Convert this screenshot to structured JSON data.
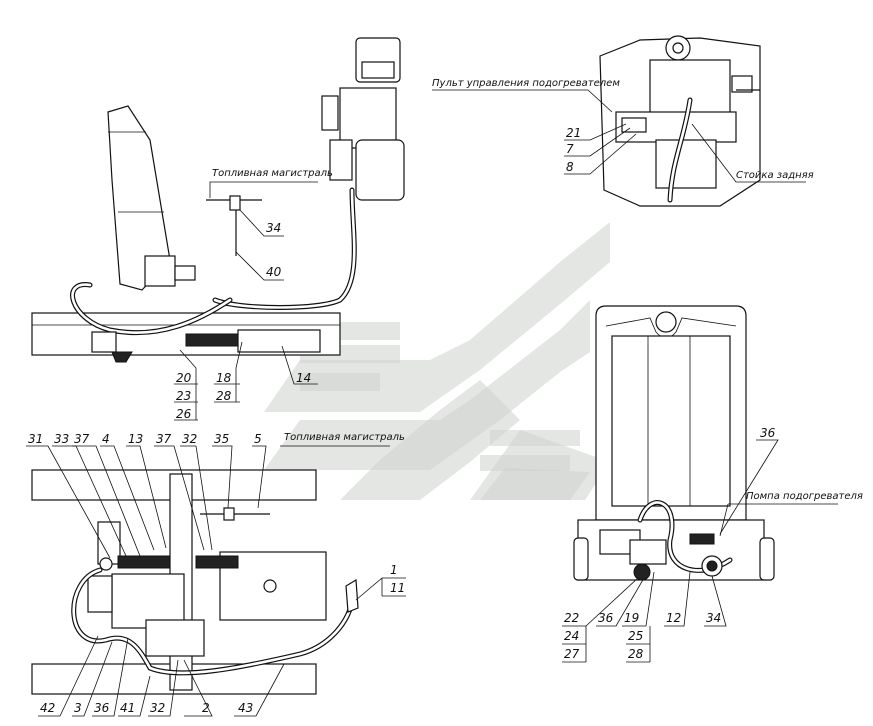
{
  "captions": {
    "fuel_line_top": "Топливная магистраль",
    "fuel_line_bottom": "Топливная магистраль",
    "control_panel": "Пульт управления подогревателем",
    "rear_post": "Стойка задняя",
    "heater_pump": "Помпа подогревателя"
  },
  "callouts": {
    "top_view": [
      "34",
      "40",
      "20",
      "23",
      "26",
      "18",
      "28",
      "14"
    ],
    "cab_view": [
      "21",
      "7",
      "8"
    ],
    "plan_view_top": [
      "31",
      "33",
      "37",
      "4",
      "13",
      "37",
      "32",
      "35",
      "5"
    ],
    "plan_view_right": [
      "1",
      "11"
    ],
    "plan_view_bottom": [
      "42",
      "3",
      "36",
      "41",
      "32",
      "2",
      "43"
    ],
    "front_view_top": [
      "36"
    ],
    "front_view_bottom": [
      "22",
      "24",
      "27",
      "36",
      "19",
      "25",
      "28",
      "12",
      "34"
    ]
  }
}
